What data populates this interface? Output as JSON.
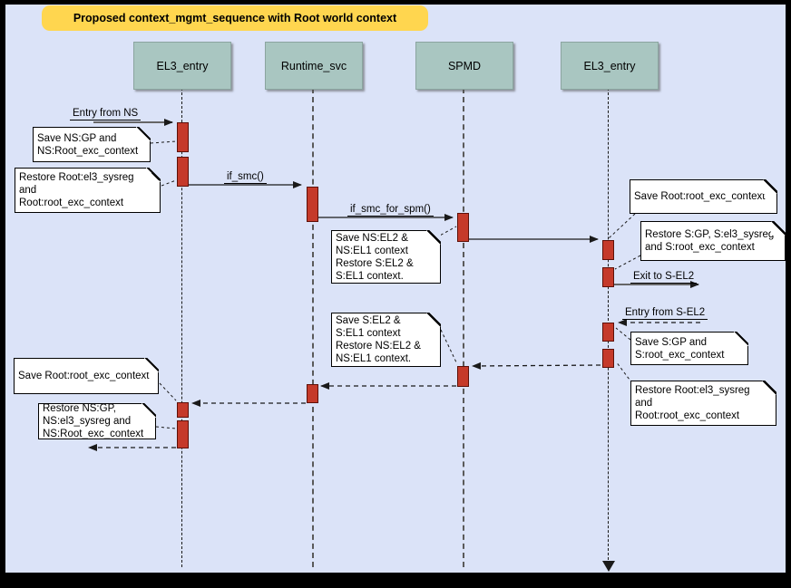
{
  "colors": {
    "frame": "#000000",
    "canvas-bg": "#dbe3f8",
    "title-bg": "#ffd64f",
    "title-text": "#000000",
    "participant-fill": "#a9c6c1",
    "participant-border": "#8ba5a0",
    "bar-fill": "#c53a2a",
    "bar-border": "#5e1008",
    "note-bg": "#ffffff",
    "note-border": "#000000",
    "line": "#1a1a1a",
    "gray-line": "#666666"
  },
  "title": "Proposed context_mgmt_sequence with Root world context",
  "participants": [
    {
      "label": "EL3_entry"
    },
    {
      "label": "Runtime_svc"
    },
    {
      "label": "SPMD"
    },
    {
      "label": "EL3_entry"
    }
  ],
  "messages": {
    "entry_from_ns": "Entry from NS",
    "if_smc": "if_smc()",
    "if_smc_for_spm": "if_smc_for_spm()",
    "exit_to_sel2": "Exit to S-EL2",
    "entry_from_sel2": "Entry from S-EL2"
  },
  "notes": [
    {
      "text": "Save NS:GP and\nNS:Root_exc_context"
    },
    {
      "text": "Restore Root:el3_sysreg\nand\nRoot:root_exc_context"
    },
    {
      "text": "Save NS:EL2 &\nNS:EL1 context\nRestore S:EL2 &\nS:EL1 context."
    },
    {
      "text": "Save Root:root_exc_context"
    },
    {
      "text": "Restore S:GP, S:el3_sysreg\nand S:root_exc_context"
    },
    {
      "text": "Save S:GP and\nS:root_exc_context"
    },
    {
      "text": "Restore Root:el3_sysreg\nand\nRoot:root_exc_context"
    },
    {
      "text": "Save S:EL2 &\nS:EL1 context\nRestore NS:EL2 &\nNS:EL1 context."
    },
    {
      "text": "Save Root:root_exc_context"
    },
    {
      "text": "Restore NS:GP,\nNS:el3_sysreg and\nNS:Root_exc_context"
    }
  ]
}
